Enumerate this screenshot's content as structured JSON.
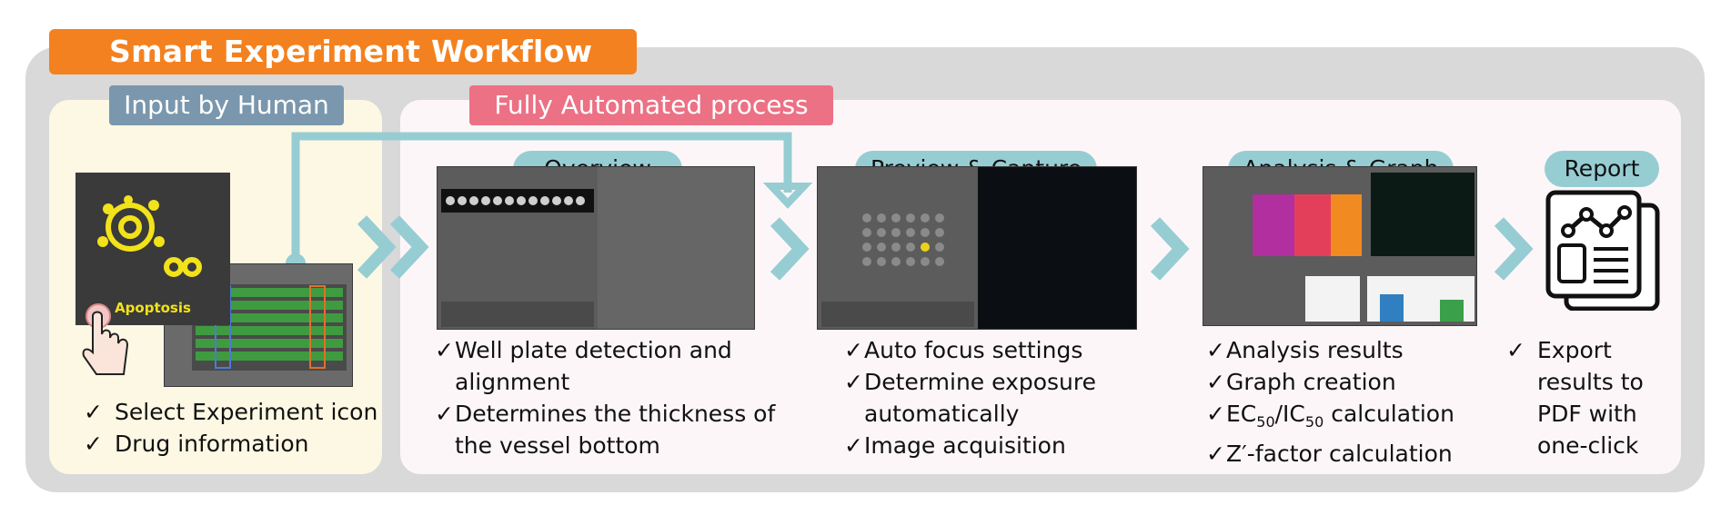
{
  "title": "Smart Experiment Workflow",
  "labels": {
    "human": "Input by Human",
    "auto": "Fully Automated process"
  },
  "stages": {
    "overview": "Overview",
    "preview": "Preview & Capture",
    "analysis": "Analysis & Graph",
    "report": "Report"
  },
  "human": {
    "tile_label": "Apoptosis",
    "items": [
      "Select Experiment icon",
      "Drug information"
    ]
  },
  "overview_items": [
    "Well plate detection and\nalignment",
    "Determines the thickness of\nthe vessel bottom"
  ],
  "preview_items": [
    "Auto focus settings",
    "Determine exposure\nautomatically",
    "Image acquisition"
  ],
  "analysis_items": [
    {
      "pre": "EC",
      "sub1": "50",
      "mid": "/IC",
      "sub2": "50",
      "post": " calculation"
    }
  ],
  "analysis_plain": [
    "Analysis results",
    "Graph creation",
    "Z′-factor calculation"
  ],
  "report_text": "Export results to PDF with one-click",
  "check": "✓",
  "colors": {
    "orange": "#f4811f",
    "teal": "#96cdd3",
    "slate": "#7a97ad",
    "pink": "#ec7185",
    "grey_bg": "#d9d9d9",
    "human_bg": "#fdf8e3",
    "auto_bg": "#fdf6f8"
  }
}
